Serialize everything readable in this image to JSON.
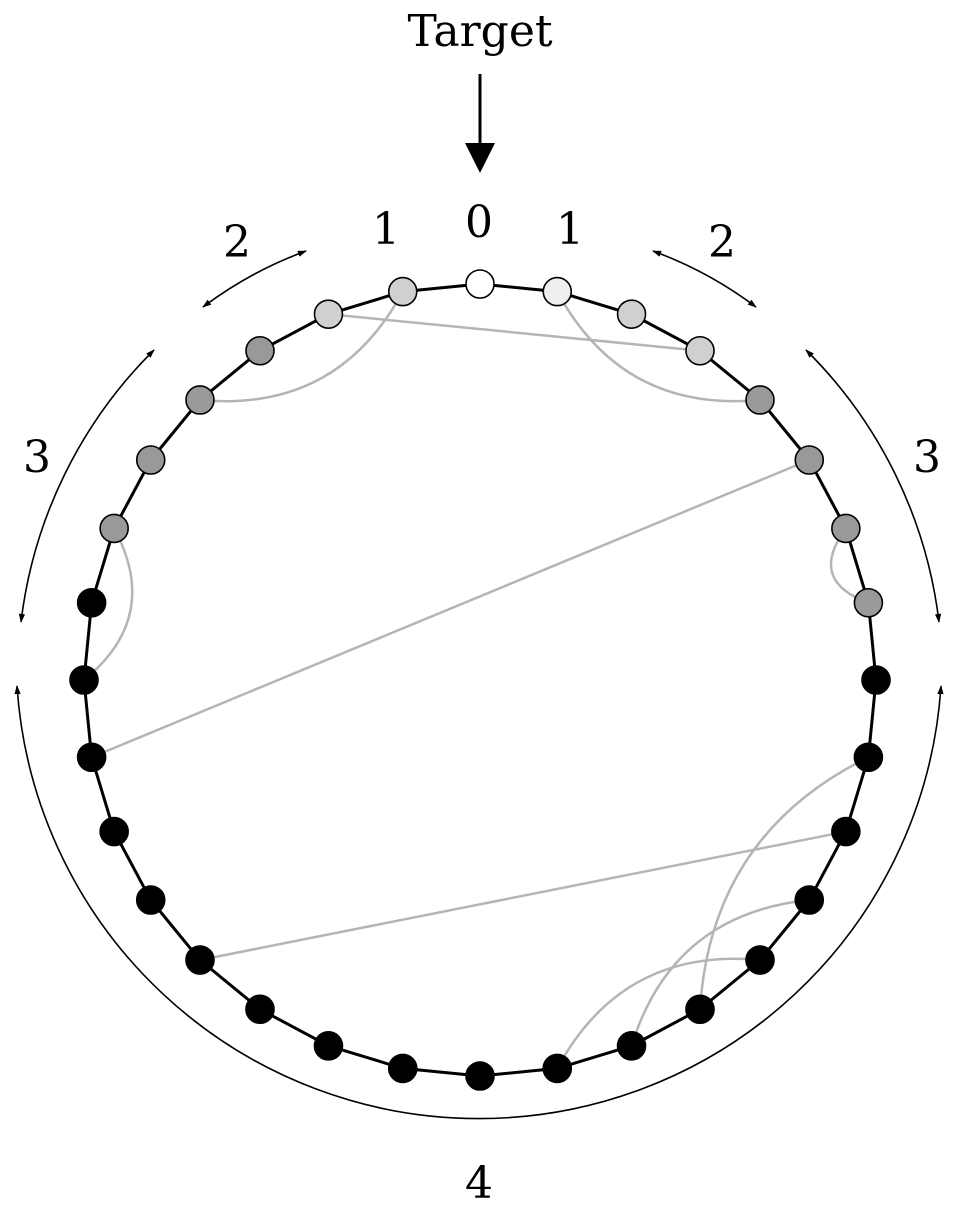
{
  "target_label": "Target",
  "ring": {
    "node_count": 32,
    "node_distances": [
      0,
      1,
      2,
      2,
      3,
      3,
      3,
      3,
      4,
      4,
      4,
      4,
      4,
      4,
      4,
      4,
      4,
      4,
      4,
      4,
      4,
      4,
      4,
      4,
      4,
      4,
      3,
      3,
      3,
      3,
      2,
      2,
      1
    ],
    "chords": [
      {
        "from": 1,
        "to": 4
      },
      {
        "from": 31,
        "to": 28
      },
      {
        "from": 6,
        "to": 7
      },
      {
        "from": 9,
        "to": 13
      },
      {
        "from": 5,
        "to": 23
      },
      {
        "from": 12,
        "to": 15
      },
      {
        "from": 14,
        "to": 11
      },
      {
        "from": 10,
        "to": 20
      },
      {
        "from": 3,
        "to": 30
      },
      {
        "from": 26,
        "to": 24
      }
    ]
  },
  "distance_labels": [
    {
      "id": "left-1",
      "text": "1"
    },
    {
      "id": "center-0",
      "text": "0"
    },
    {
      "id": "right-1",
      "text": "1"
    },
    {
      "id": "left-2",
      "text": "2"
    },
    {
      "id": "right-2",
      "text": "2"
    },
    {
      "id": "left-3",
      "text": "3"
    },
    {
      "id": "right-3",
      "text": "3"
    },
    {
      "id": "bottom-4",
      "text": "4"
    }
  ],
  "colors": {
    "distance_0": "#ffffff",
    "distance_1": "#eeeeee",
    "distance_2": "#d0d0d0",
    "distance_3": "#999999",
    "distance_4": "#000000",
    "chord": "#b5b5b5"
  }
}
